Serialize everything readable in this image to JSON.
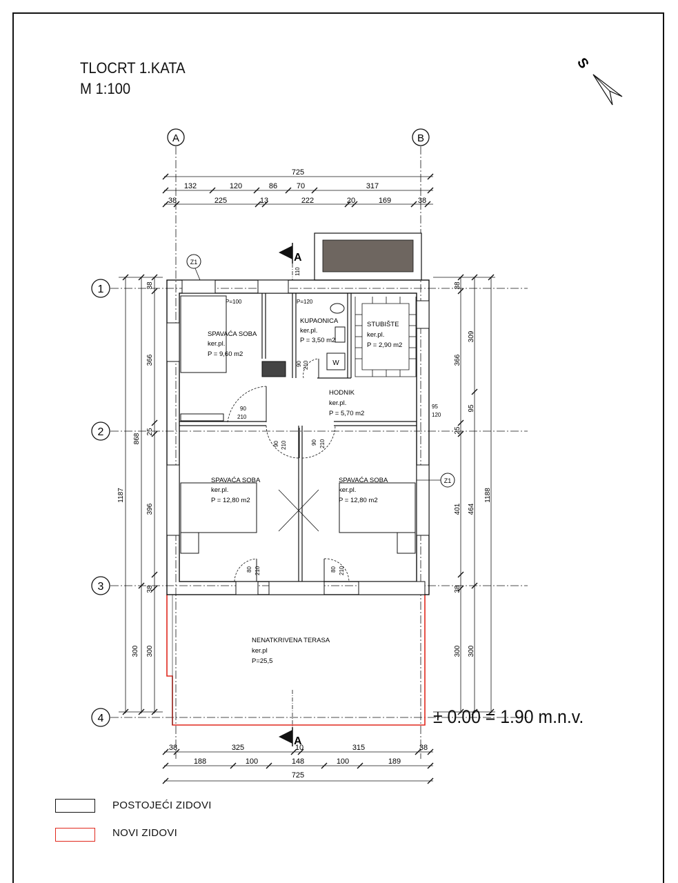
{
  "title": {
    "line1": "TLOCRT 1.KATA",
    "line2": "M 1:100"
  },
  "north_label": "S",
  "grid_axes": {
    "vertical": [
      "A",
      "B"
    ],
    "horizontal": [
      "1",
      "2",
      "3",
      "4"
    ]
  },
  "dimensions": {
    "top_total": "725",
    "top_row1": [
      "132",
      "120",
      "86",
      "70",
      "317"
    ],
    "top_row2": [
      "38",
      "225",
      "13",
      "222",
      "20",
      "169",
      "38"
    ],
    "bottom_row1": [
      "38",
      "325",
      "10",
      "315",
      "38"
    ],
    "bottom_row2": [
      "188",
      "100",
      "148",
      "100",
      "189"
    ],
    "bottom_total": "725",
    "left_total": "1187",
    "left_mid": "868",
    "left_segs": [
      "38",
      "366",
      "25",
      "396",
      "38",
      "300",
      "300"
    ],
    "right_total": "1188",
    "right_mid1": "309",
    "right_mid2": "464",
    "right_segs": [
      "38",
      "366",
      "95",
      "25",
      "401",
      "38",
      "300",
      "300"
    ],
    "openings": [
      "P=100",
      "P=120",
      "90",
      "210",
      "90",
      "210",
      "90",
      "210",
      "80",
      "210",
      "80",
      "210",
      "95",
      "120",
      "210",
      "90",
      "110"
    ]
  },
  "section_marker": "A",
  "wall_tag": "Z1",
  "rooms": [
    {
      "name": "SPAVAĆA SOBA",
      "floor": "ker.pl.",
      "area": "P = 9,60 m2"
    },
    {
      "name": "KUPAONICA",
      "floor": "ker.pl.",
      "area": "P = 3,50 m2"
    },
    {
      "name": "STUBIŠTE",
      "floor": "ker.pl.",
      "area": "P = 2,90 m2"
    },
    {
      "name": "HODNIK",
      "floor": "ker.pl.",
      "area": "P = 5,70 m2"
    },
    {
      "name": "SPAVAĆA SOBA",
      "floor": "ker.pl.",
      "area": "P = 12,80 m2"
    },
    {
      "name": "SPAVAĆA SOBA",
      "floor": "ker.pl.",
      "area": "P = 12,80 m2"
    },
    {
      "name": "NENATKRIVENA TERASA",
      "floor": "ker.pl",
      "area": "P=25,5"
    }
  ],
  "fixtures": {
    "washer": "W"
  },
  "legend": [
    {
      "label": "POSTOJEĆI ZIDOVI",
      "color": "#111111"
    },
    {
      "label": "NOVI ZIDOVI",
      "color": "#e0261b"
    }
  ],
  "elevation": "± 0.00 = 1.90 m.n.v."
}
